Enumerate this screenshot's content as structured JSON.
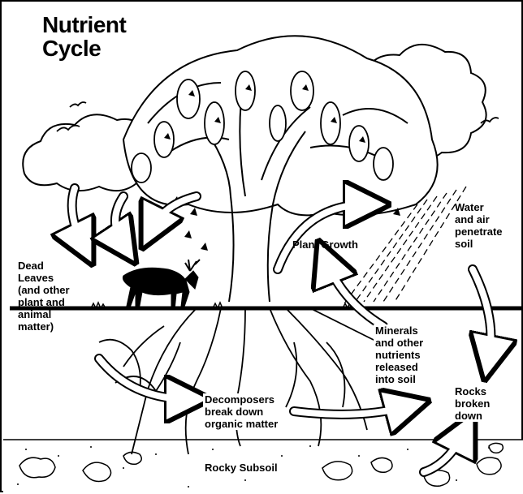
{
  "title": "Nutrient\nCycle",
  "labels": {
    "dead_leaves": "Dead\nLeaves\n(and other\nplant and\nanimal\nmatter)",
    "plant_growth": "Plant Growth",
    "water_air": "Water\nand air\npenetrate\nsoil",
    "minerals": "Minerals\nand other\nnutrients\nreleased\ninto soil",
    "decomposers": "Decomposers\nbreak down\norganic matter",
    "rocks_broken": "Rocks\nbroken\ndown",
    "rocky_subsoil": "Rocky Subsoil"
  },
  "icons": {
    "tree": "tree-icon",
    "deer": "deer-icon",
    "cloud": "cloud-icon",
    "bird": "bird-icon",
    "rock": "rock-icon",
    "arrow": "arrow-icon"
  },
  "colors": {
    "ink": "#000000",
    "paper": "#ffffff"
  }
}
